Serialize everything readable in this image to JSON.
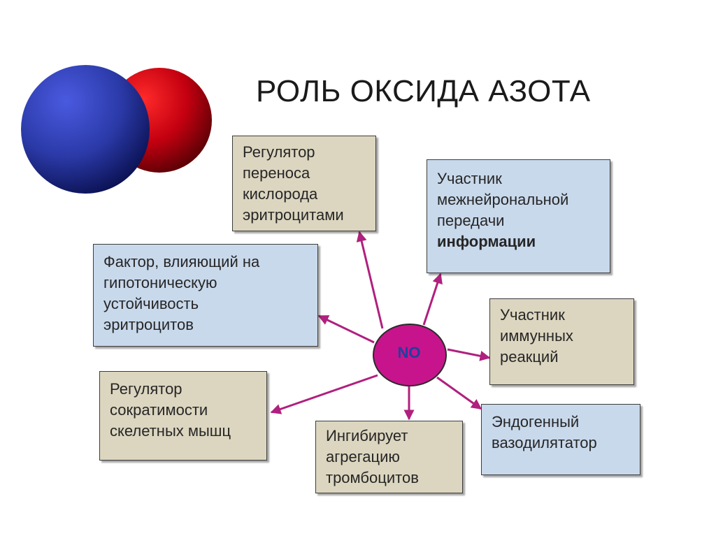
{
  "title": "РОЛЬ ОКСИДА АЗОТА",
  "center": {
    "label": "NO"
  },
  "boxes": {
    "oxygen_transport": [
      "Регулятор",
      "переноса",
      "кислорода",
      "эритроцитами"
    ],
    "interneuronal": [
      "Участник",
      "межнейрональной",
      "передачи",
      "информации"
    ],
    "osmotic": [
      "Фактор, влияющий на",
      "гипотоническую",
      "устойчивость",
      "эритроцитов"
    ],
    "immune": [
      "Участник",
      "иммунных",
      "реакций"
    ],
    "muscle": [
      "Регулятор",
      "сократимости",
      "скелетных мышц"
    ],
    "platelets": [
      "Ингибирует",
      "агрегацию",
      "тромбоцитов"
    ],
    "vasodilator": [
      "Эндогенный",
      "вазодилятатор"
    ]
  },
  "colors": {
    "arrow": "#b0207e",
    "center_fill": "#c8148c",
    "tan_box": "#dcd6c0",
    "blue_box": "#c9d9ec",
    "nitrogen_atom": "#2b3aa8",
    "oxygen_atom": "#c40010"
  },
  "icons": {
    "molecule": "no-molecule-icon"
  }
}
